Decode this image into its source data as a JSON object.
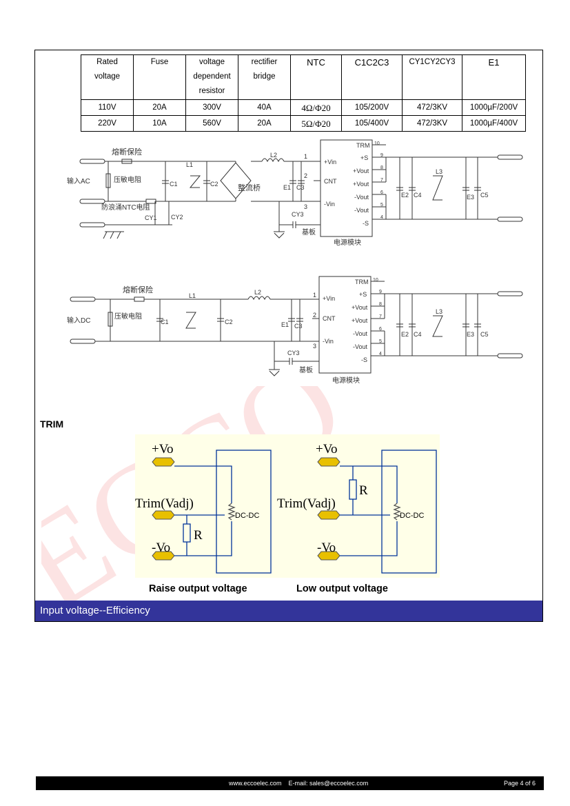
{
  "table": {
    "headers": [
      [
        "Rated",
        "voltage"
      ],
      [
        "Fuse"
      ],
      [
        "voltage",
        "dependent",
        "resistor"
      ],
      [
        "rectifier",
        "bridge"
      ],
      [
        "NTC"
      ],
      [
        "C1C2C3"
      ],
      [
        "CY1CY2CY3"
      ],
      [
        "E1"
      ]
    ],
    "rows": [
      [
        "110V",
        "20A",
        "300V",
        "40A",
        "4Ω/Φ20",
        "105/200V",
        "472/3KV",
        "1000µF/200V"
      ],
      [
        "220V",
        "10A",
        "560V",
        "20A",
        "5Ω/Φ20",
        "105/400V",
        "472/3KV",
        "1000µF/400V"
      ]
    ]
  },
  "ac_circuit": {
    "fuse_label": "熔断保险",
    "input_label": "输入AC",
    "varistor_label": "压敏电阻",
    "ntc_label": "防浪涌NTC电阻",
    "bridge_label": "整流桥",
    "plate_label": "基板",
    "module_label": "电源模块",
    "parts": {
      "l1": "L1",
      "l2": "L2",
      "l3": "L3",
      "c1": "C1",
      "c2": "C2",
      "c3": "C3",
      "c4": "C4",
      "c5": "C5",
      "e1": "E1",
      "e2": "E2",
      "e3": "E3",
      "cy1": "CY1",
      "cy2": "CY2",
      "cy3": "CY3"
    },
    "pins_left": [
      "+Vin",
      "CNT",
      "-Vin"
    ],
    "pins_left_num": [
      "1",
      "2",
      "3"
    ],
    "pins_right": [
      "TRM",
      "+S",
      "+Vout",
      "+Vout",
      "-Vout",
      "-Vout",
      "-S"
    ],
    "pins_right_num": [
      "10",
      "9",
      "8",
      "7",
      "6",
      "5",
      "4"
    ]
  },
  "dc_circuit": {
    "fuse_label": "熔断保险",
    "input_label": "输入DC",
    "varistor_label": "压敏电阻",
    "plate_label": "基板",
    "module_label": "电源模块",
    "parts": {
      "l1": "L1",
      "l2": "L2",
      "l3": "L3",
      "c1": "C1",
      "c2": "C2",
      "c3": "C3",
      "c4": "C4",
      "c5": "C5",
      "e1": "E1",
      "e2": "E2",
      "e3": "E3",
      "cy3": "CY3"
    },
    "pins_left": [
      "+Vin",
      "CNT",
      "-Vin"
    ],
    "pins_left_num": [
      "1",
      "2",
      "3"
    ],
    "pins_right": [
      "TRM",
      "+S",
      "+Vout",
      "+Vout",
      "-Vout",
      "-Vout",
      "-S"
    ],
    "pins_right_num": [
      "10",
      "9",
      "8",
      "7",
      "6",
      "5",
      "4"
    ]
  },
  "trim": {
    "title": "TRIM",
    "vo_plus": "+Vo",
    "trim_label": "Trim(Vadj)",
    "vo_minus": "-Vo",
    "resistor": "R",
    "module": "DC-DC",
    "raise_caption": "Raise output voltage",
    "low_caption": "Low output voltage"
  },
  "section_band": "Input voltage--Efficiency",
  "watermark": "ECCO",
  "footer": {
    "website": "www.eccoelec.com",
    "email": "E-mail: sales@eccoelec.com",
    "page": "Page 4 of 6"
  },
  "colors": {
    "band": "#33349a",
    "trim_bg": "#ffffe8",
    "connector": "#e8c000",
    "watermark": "#e8262a"
  }
}
